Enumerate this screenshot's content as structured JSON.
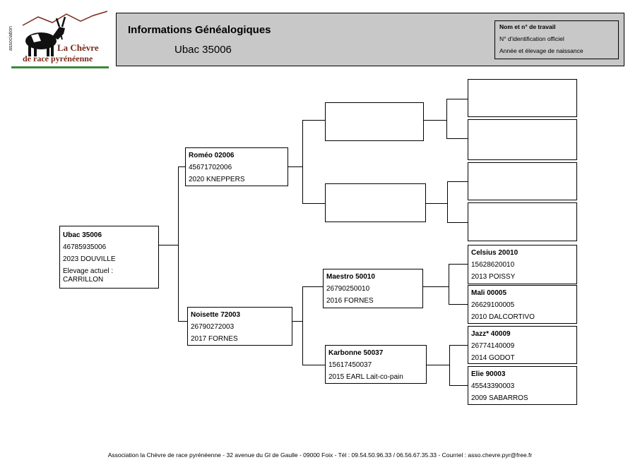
{
  "logo": {
    "side_text": "association",
    "line1": "La Chèvre",
    "line2": "de race pyrénéenne",
    "accent_color": "#7a2a1a",
    "bar_color": "#3a8a3a"
  },
  "header": {
    "title": "Informations Généalogiques",
    "subtitle": "Ubac 35006",
    "legend": [
      "Nom et n° de travail",
      "N° d'identification officiel",
      "Année et élevage de naissance"
    ]
  },
  "animals": {
    "subject": {
      "name": "Ubac 35006",
      "id": "46785935006",
      "birth": "2023 DOUVILLE",
      "extra1": "Elevage actuel :",
      "extra2": "CARRILLON"
    },
    "sire": {
      "name": "Roméo 02006",
      "id": "45671702006",
      "birth": "2020 KNEPPERS"
    },
    "dam": {
      "name": "Noisette 72003",
      "id": "26790272003",
      "birth": "2017 FORNES"
    },
    "dam_sire": {
      "name": "Maestro 50010",
      "id": "26790250010",
      "birth": "2016 FORNES"
    },
    "dam_dam": {
      "name": "Karbonne 50037",
      "id": "15617450037",
      "birth": "2015 EARL Lait-co-pain"
    },
    "ds_sire": {
      "name": "Celsius 20010",
      "id": "15628620010",
      "birth": "2013 POISSY"
    },
    "ds_dam": {
      "name": "Mali 00005",
      "id": "26629100005",
      "birth": "2010 DALCORTIVO"
    },
    "dd_sire": {
      "name": "Jazz* 40009",
      "id": "26774140009",
      "birth": "2014 GODOT"
    },
    "dd_dam": {
      "name": "Elie 90003",
      "id": "45543390003",
      "birth": "2009 SABARROS"
    }
  },
  "footer": "Association la Chèvre de race pyrénéenne - 32 avenue du Gl de Gaulle - 09000 Foix - Tél : 09.54.50.96.33 / 06.56.67.35.33 - Courriel : asso.chevre.pyr@free.fr"
}
